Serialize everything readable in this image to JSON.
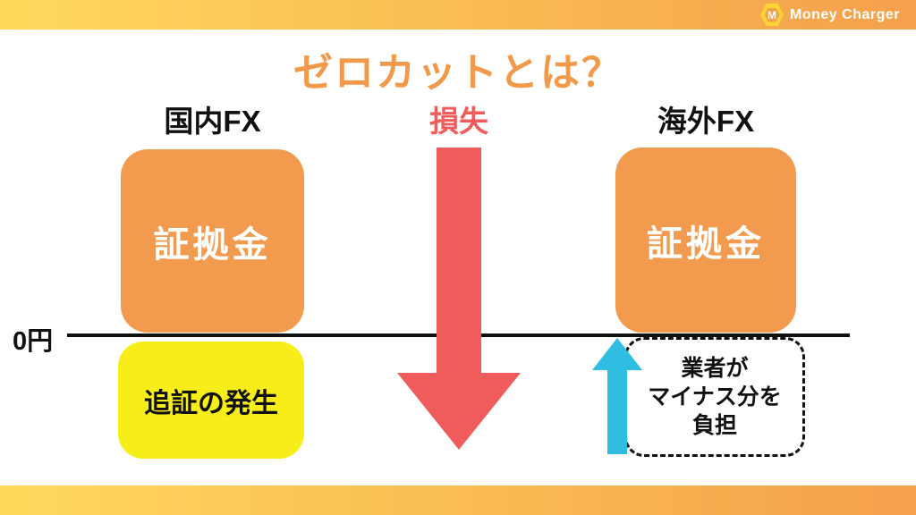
{
  "brand": {
    "name": "Money Charger",
    "icon_letter": "M"
  },
  "title": "ゼロカットとは？",
  "zero_line_label": "0円",
  "columns": {
    "domestic": {
      "header": "国内FX",
      "margin_box": "証拠金",
      "below_zero_box": "追証の発生"
    },
    "center": {
      "header": "損失"
    },
    "overseas": {
      "header": "海外FX",
      "margin_box": "証拠金",
      "note_lines": [
        "業者が",
        "マイナス分を",
        "負担"
      ]
    }
  },
  "colors": {
    "bar_yellow": "#FFD95C",
    "bar_orange": "#F5A04B",
    "accent_orange": "#F2994A",
    "box_orange": "#F29B4E",
    "loss_red": "#F05C5C",
    "margin_yellow": "#F7EE19",
    "arrow_cyan": "#2FBEE1",
    "ink": "#111111"
  }
}
